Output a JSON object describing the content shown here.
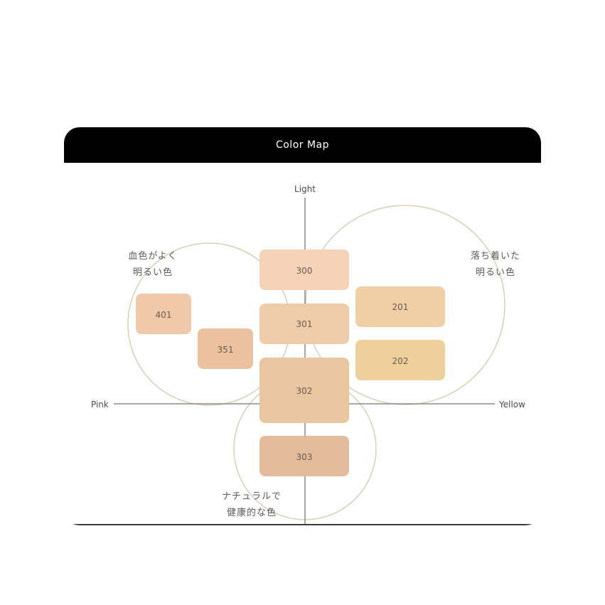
{
  "header": {
    "title": "Color Map"
  },
  "axes": {
    "top": "Light",
    "left": "Pink",
    "right": "Yellow"
  },
  "groups": [
    {
      "line1": "血色がよく",
      "line2": "明るい色"
    },
    {
      "line1": "落ち着いた",
      "line2": "明るい色"
    },
    {
      "line1": "ナチュラルで",
      "line2": "健康的な色"
    }
  ],
  "swatches": [
    {
      "code": "300",
      "color": "#f4d3b8"
    },
    {
      "code": "301",
      "color": "#eecba9"
    },
    {
      "code": "302",
      "color": "#e9c6a0"
    },
    {
      "code": "303",
      "color": "#e2bc9c"
    },
    {
      "code": "401",
      "color": "#f0c9aa"
    },
    {
      "code": "351",
      "color": "#ebc19f"
    },
    {
      "code": "201",
      "color": "#f0cfa6"
    },
    {
      "code": "202",
      "color": "#efd09d"
    }
  ],
  "colors": {
    "header": "#000000",
    "axis": "#8a8a8a",
    "circle": "#d9cfb4"
  }
}
